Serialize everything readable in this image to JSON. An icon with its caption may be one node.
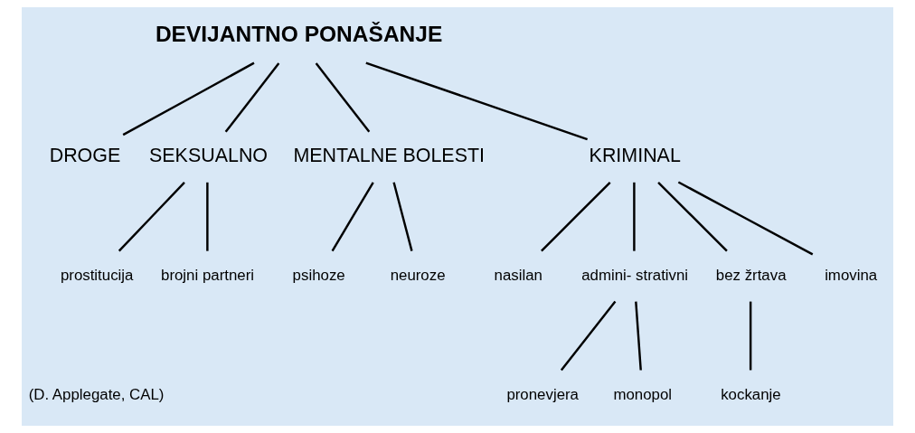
{
  "diagram": {
    "nodes": [
      {
        "text": [
          "DEVIJANTNO PONAŠANJE"
        ]
      },
      {
        "text": [
          "DROGE"
        ]
      },
      {
        "text": [
          "SEKSUALNO"
        ]
      },
      {
        "text": [
          "MENTALNE BOLESTI"
        ]
      },
      {
        "text": [
          "KRIMINAL"
        ]
      },
      {
        "text": [
          "prostitucija"
        ]
      },
      {
        "text": [
          "brojni partneri"
        ]
      },
      {
        "text": [
          "psihoze"
        ]
      },
      {
        "text": [
          "neuroze"
        ]
      },
      {
        "text": [
          "nasilan"
        ]
      },
      {
        "text": [
          "admini- strativni"
        ]
      },
      {
        "text": [
          "bez žrtava"
        ]
      },
      {
        "text": [
          "imovina"
        ]
      },
      {
        "text": [
          "pronevjera"
        ]
      },
      {
        "text": [
          "monopol"
        ]
      },
      {
        "text": [
          "kockanje"
        ]
      }
    ],
    "edges": [
      {
        "from": 0,
        "to": 1,
        "arrow": "none"
      },
      {
        "from": 0,
        "to": 2,
        "arrow": "none"
      },
      {
        "from": 0,
        "to": 3,
        "arrow": "none"
      },
      {
        "from": 0,
        "to": 4,
        "arrow": "none"
      },
      {
        "from": 2,
        "to": 5,
        "arrow": "none"
      },
      {
        "from": 2,
        "to": 6,
        "arrow": "none"
      },
      {
        "from": 3,
        "to": 7,
        "arrow": "none"
      },
      {
        "from": 3,
        "to": 8,
        "arrow": "none"
      },
      {
        "from": 4,
        "to": 9,
        "arrow": "none"
      },
      {
        "from": 4,
        "to": 10,
        "arrow": "none"
      },
      {
        "from": 4,
        "to": 11,
        "arrow": "none"
      },
      {
        "from": 4,
        "to": 12,
        "arrow": "none"
      },
      {
        "from": 10,
        "to": 13,
        "arrow": "none"
      },
      {
        "from": 10,
        "to": 14,
        "arrow": "none"
      },
      {
        "from": 11,
        "to": 15,
        "arrow": "none"
      }
    ],
    "labels": [
      "(D. Applegate, CAL)"
    ]
  }
}
